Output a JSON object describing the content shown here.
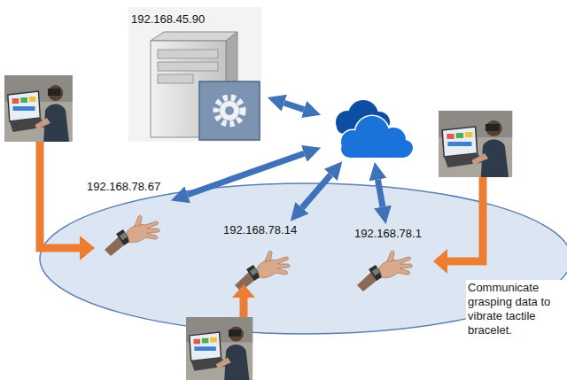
{
  "diagram": {
    "nodes": [
      {
        "text": [
          "192.168.45.90"
        ]
      },
      {
        "text": []
      },
      {
        "text": [
          "192.168.78.67"
        ]
      },
      {
        "text": [
          "192.168.78.14"
        ]
      },
      {
        "text": [
          "192.168.78.1"
        ]
      }
    ],
    "edges": [
      {
        "from": 0,
        "to": 1,
        "arrow": "both"
      },
      {
        "from": 1,
        "to": 2,
        "arrow": "both"
      },
      {
        "from": 1,
        "to": 3,
        "arrow": "both"
      },
      {
        "from": 1,
        "to": 4,
        "arrow": "both"
      }
    ],
    "labels": [
      "Communicate grasping data to vibrate tactile bracelet."
    ]
  }
}
